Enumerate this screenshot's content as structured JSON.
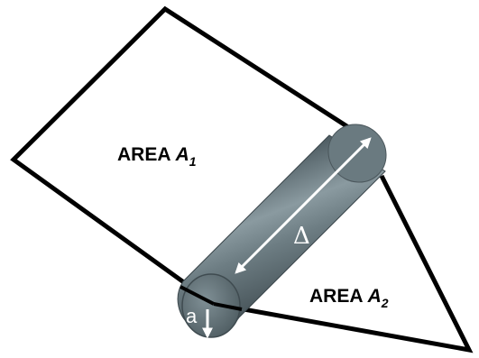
{
  "labels": {
    "area1_prefix": "AREA ",
    "area1_symbol": "A",
    "area1_subscript": "1",
    "area2_prefix": "AREA ",
    "area2_symbol": "A",
    "area2_subscript": "2",
    "delta": "Δ",
    "radius": "a"
  },
  "colors": {
    "outline": "#000000",
    "cylinder_body": "#5f6f75",
    "cylinder_highlight": "#93a3a9",
    "cylinder_shadow": "#3b474c",
    "arrow": "#ffffff"
  }
}
